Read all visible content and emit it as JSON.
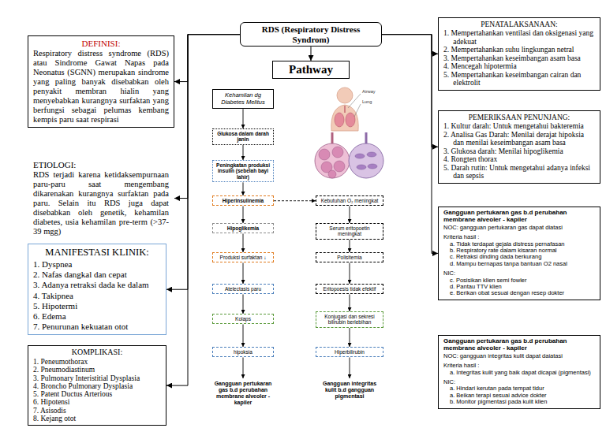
{
  "diagram": {
    "nodes": [
      {
        "text": [
          "RDS (Respiratory Distress Syndrom)"
        ]
      },
      {
        "text": [
          "Pathway"
        ]
      },
      {
        "text": [
          "DEFINISI:",
          "Respiratory distress syndrome (RDS) atau Sindrome Gawat Napas pada Neonatus (SGNN) merupakan sindrome yang paling banyak disebabkan oleh penyakit membran hialin yang menyebabkan kurangnya surfaktan yang berfungsi sebagai pelumas kembang kempis paru saat respirasi"
        ]
      },
      {
        "text": [
          "ETIOLOGI:",
          "RDS terjadi karena ketidaksempurnaan paru-paru saat mengembang dikarenakan kurangnya surfaktan pada paru. Selain itu RDS juga dapat disebabkan oleh genetik, kehamilan diabetes, usia kehamilan pre-term (>37-39 mgg)"
        ]
      },
      {
        "text": [
          "MANIFESTASI KLINIK:",
          "1. Dyspnea",
          "2. Nafas dangkal dan cepat",
          "3. Adanya retraksi dada ke dalam",
          "4. Takipnea",
          "5. Hipotermi",
          "6. Edema",
          "7. Penurunan kekuatan otot"
        ]
      },
      {
        "text": [
          "KOMPLIKASI:",
          "1. Peneumothorax",
          "2. Pneumodiastinum",
          "3. Pulmonary Interistitial Dysplasia",
          "4. Broncho Pulmonary Dysplasia",
          "5. Patent Ductus Arterious",
          "6. Hipotensi",
          "7. Asisodis",
          "8. Kejang otot"
        ]
      },
      {
        "text": [
          "Kehamilan dg Diabetes Melitus"
        ]
      },
      {
        "text": [
          "Glukosa dalam darah janin"
        ]
      },
      {
        "text": [
          "Peningkatan produksi insulin (sebelah bayi lahir)"
        ]
      },
      {
        "text": [
          "Hiperinsulinemia"
        ]
      },
      {
        "text": [
          "Hipoglikemia"
        ]
      },
      {
        "text": [
          "Produksi surfaktan ↓"
        ]
      },
      {
        "text": [
          "Atelectasis paru"
        ]
      },
      {
        "text": [
          "Kolaps"
        ]
      },
      {
        "text": [
          "hipoksia"
        ]
      },
      {
        "text": [
          "Gangguan pertukaran gas b.d perubahan membrane alveoler - kapiler"
        ]
      },
      {
        "text": [
          "Kebutuhan O₂ meningkat"
        ]
      },
      {
        "text": [
          "Serum eritopoetin meningkat"
        ]
      },
      {
        "text": [
          "Polisitemia"
        ]
      },
      {
        "text": [
          "Eritopoesis tidak efektif"
        ]
      },
      {
        "text": [
          "Konjugasi dan sekresi bilirubin berlebihan"
        ]
      },
      {
        "text": [
          "Hiperbilirubin"
        ]
      },
      {
        "text": [
          "Gangguan integritas kulit b.d gangguan pigmentasi"
        ]
      },
      {
        "text": [
          "PENATALAKSANAAN:",
          "1. Mempertahankan ventilasi dan oksigenasi yang adekuat",
          "2. Mempertahankan suhu lingkungan netral",
          "3. Mempertahankan keseimbangan asam basa",
          "4. Mencegah hipotermia",
          "5. Mempertahankan keseimbangan cairan dan elektrolit"
        ]
      },
      {
        "text": [
          "PEMERIKSAAN PENUNJANG:",
          "1. Kultur darah: Untuk mengetahui bakteremia",
          "2. Analisa Gas Darah: Menilai derajat hipoksia dan menilai keseimbangan asam basa",
          "3. Glukosa darah: Menilai hipoglikemia",
          "4. Rongten thorax",
          "5. Darah rutin: Untuk mengetahui adanya infeksi dan sepsis"
        ]
      },
      {
        "text": [
          "Gangguan pertukaran gas b.d perubahan membrane alveoler - kapiler",
          "NOC: gangguan pertukaran gas dapat diatasi",
          "Kriteria hasil :",
          "a. Tidak terdapat gejala distress pernafasan",
          "b. Respiratory rate dalam kisaran normal",
          "c. Retraksi dinding dada berkurang",
          "d. Mampu bernapas tanpa bantuan O2 nasal",
          "NIC:",
          "c. Posisikan klien semi fowler",
          "d. Pantau TTV klien",
          "e. Berikan obat sesuai dengan resep dokter"
        ]
      },
      {
        "text": [
          "Gangguan pertukaran gas b.d perubahan membrane alveoler - kapiler",
          "NOC: gangguan integritas kulit dapat daiatasi",
          "Kriteria hasil :",
          "a. Integritas kulit yang baik dapat dicapai (pigmentasi)",
          "NIC:",
          "a. Hindari kerutan pada tempat tidur",
          "a. Beikan terapi sesuai advice dokter",
          "b. Monitor pigmentasi pada kulit klien"
        ]
      }
    ],
    "edges": [
      {
        "from": 0,
        "to": 1,
        "arrow": "to"
      },
      {
        "from": 0,
        "to": 2,
        "arrow": "to"
      },
      {
        "from": 0,
        "to": 3,
        "arrow": "to"
      },
      {
        "from": 0,
        "to": 4,
        "arrow": "to"
      },
      {
        "from": 0,
        "to": 5,
        "arrow": "to"
      },
      {
        "from": 0,
        "to": 23,
        "arrow": "to"
      },
      {
        "from": 0,
        "to": 24,
        "arrow": "to"
      },
      {
        "from": 0,
        "to": 25,
        "arrow": "to"
      },
      {
        "from": 6,
        "to": 7,
        "arrow": "to"
      },
      {
        "from": 7,
        "to": 8,
        "arrow": "to"
      },
      {
        "from": 8,
        "to": 9,
        "arrow": "to"
      },
      {
        "from": 9,
        "to": 10,
        "arrow": "to"
      },
      {
        "from": 10,
        "to": 11,
        "arrow": "to"
      },
      {
        "from": 11,
        "to": 12,
        "arrow": "to"
      },
      {
        "from": 12,
        "to": 13,
        "arrow": "to"
      },
      {
        "from": 13,
        "to": 14,
        "arrow": "to"
      },
      {
        "from": 14,
        "to": 15,
        "arrow": "to"
      },
      {
        "from": 9,
        "to": 16,
        "arrow": "to"
      },
      {
        "from": 16,
        "to": 17,
        "arrow": "to"
      },
      {
        "from": 17,
        "to": 18,
        "arrow": "to"
      },
      {
        "from": 18,
        "to": 19,
        "arrow": "to"
      },
      {
        "from": 19,
        "to": 20,
        "arrow": "to"
      },
      {
        "from": 20,
        "to": 21,
        "arrow": "to"
      },
      {
        "from": 21,
        "to": 22,
        "arrow": "to"
      }
    ],
    "labels": [
      "Airway",
      "Lung"
    ]
  }
}
